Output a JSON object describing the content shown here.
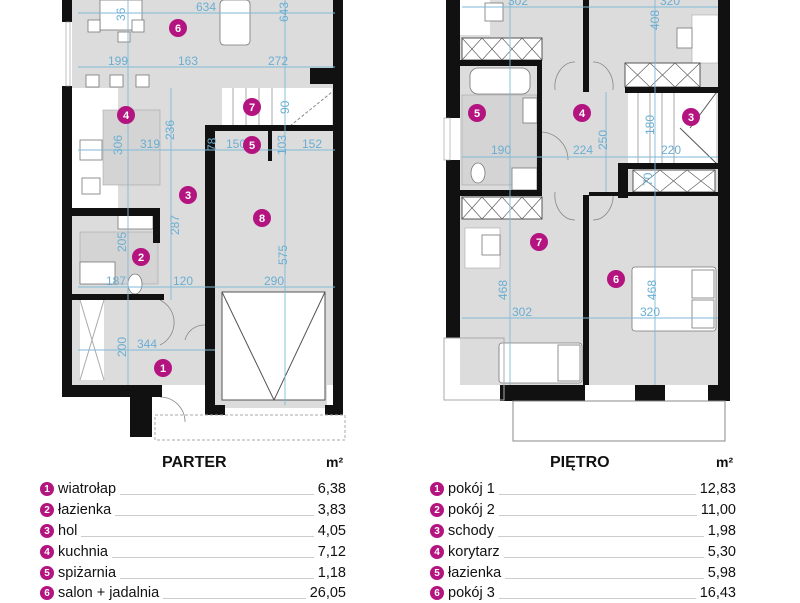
{
  "plans": {
    "parter": {
      "markers": [
        "6",
        "4",
        "7",
        "5",
        "3",
        "8",
        "2",
        "1"
      ],
      "dims": [
        "36",
        "634",
        "643",
        "199",
        "163",
        "272",
        "90",
        "236",
        "306",
        "319",
        "78",
        "150",
        "103",
        "152",
        "287",
        "205",
        "187",
        "120",
        "290",
        "575",
        "200",
        "344"
      ]
    },
    "pietro": {
      "markers": [
        "5",
        "4",
        "3",
        "7",
        "6"
      ],
      "dims": [
        "302",
        "320",
        "408",
        "190",
        "224",
        "250",
        "180",
        "220",
        "70",
        "468",
        "302",
        "468",
        "320"
      ]
    }
  },
  "tables": {
    "parter": {
      "title": "PARTER",
      "unit": "m²",
      "rows": [
        {
          "n": "1",
          "name": "wiatrołap",
          "area": "6,38"
        },
        {
          "n": "2",
          "name": "łazienka",
          "area": "3,83"
        },
        {
          "n": "3",
          "name": "hol",
          "area": "4,05"
        },
        {
          "n": "4",
          "name": "kuchnia",
          "area": "7,12"
        },
        {
          "n": "5",
          "name": "spiżarnia",
          "area": "1,18"
        },
        {
          "n": "6",
          "name": "salon + jadalnia",
          "area": "26,05"
        }
      ]
    },
    "pietro": {
      "title": "PIĘTRO",
      "unit": "m²",
      "rows": [
        {
          "n": "1",
          "name": "pokój 1",
          "area": "12,83"
        },
        {
          "n": "2",
          "name": "pokój 2",
          "area": "11,00"
        },
        {
          "n": "3",
          "name": "schody",
          "area": "1,98"
        },
        {
          "n": "4",
          "name": "korytarz",
          "area": "5,30"
        },
        {
          "n": "5",
          "name": "łazienka",
          "area": "5,98"
        },
        {
          "n": "6",
          "name": "pokój 3",
          "area": "16,43"
        }
      ]
    }
  },
  "colors": {
    "accent": "#b3147f",
    "dimension": "#6aaed2",
    "wall": "#111111"
  }
}
